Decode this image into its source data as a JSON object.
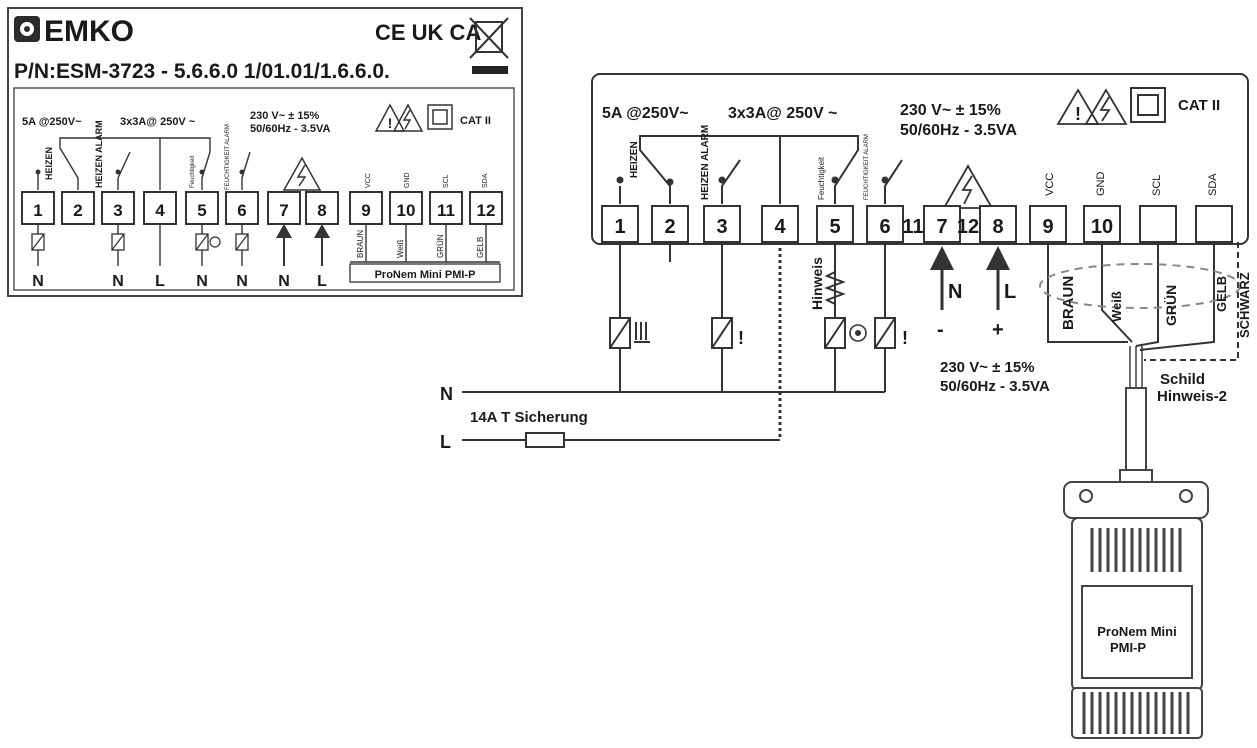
{
  "label": {
    "brand": "EMKO",
    "marks": "CE UK CA",
    "part_number": "P/N:ESM-3723 - 5.6.6.0 1/01.01/1.6.6.0.",
    "rating_relay": "5A @250V~",
    "rating_relay3": "3x3A@ 250V ~",
    "supply_1": "230 V~ ± 15%",
    "supply_2": "50/60Hz - 3.5VA",
    "category": "CAT II",
    "terminals": [
      "1",
      "2",
      "3",
      "4",
      "5",
      "6",
      "7",
      "8",
      "9",
      "10",
      "11",
      "12"
    ],
    "relay_labels": [
      "HEIZEN",
      "HEIZEN ALARM",
      "Feuchtigkeit",
      "FEUCHTIGKEIT ALARM"
    ],
    "sensor_labels": [
      "VCC",
      "GND",
      "SCL",
      "SDA"
    ],
    "wire_labels": [
      "BRAUN",
      "Weiß",
      "GRÜN",
      "GELB"
    ],
    "bottom_labels": [
      "N",
      "N",
      "L",
      "N",
      "N",
      "N",
      "L"
    ],
    "sensor_name": "ProNem Mini PMI-P"
  },
  "diagram": {
    "rating_relay": "5A @250V~",
    "rating_relay3": "3x3A@ 250V ~",
    "supply_1": "230 V~ ± 15%",
    "supply_2": "50/60Hz - 3.5VA",
    "category": "CAT II",
    "terminals": [
      "1",
      "2",
      "3",
      "4",
      "5",
      "6",
      "11",
      "7",
      "12",
      "8",
      "9",
      "10",
      "",
      ""
    ],
    "relay_labels": [
      "HEIZEN",
      "HEIZEN ALARM",
      "Feuchtigkeit",
      "FEUCHTIGKEIT ALARM"
    ],
    "sensor_labels": [
      "VCC",
      "GND",
      "SCL",
      "SDA"
    ],
    "note": "Hinweis",
    "supply_n": "N",
    "supply_l": "L",
    "minus": "-",
    "plus": "+",
    "bottom_supply_1": "230 V~ ± 15%",
    "bottom_supply_2": "50/60Hz - 3.5VA",
    "line_n": "N",
    "line_l": "L",
    "fuse": "14A T Sicherung",
    "wire_labels": [
      "BRAUN",
      "Weiß",
      "GRÜN",
      "GELB",
      "SCHWARZ"
    ],
    "shield": "Schild",
    "note2": "Hinweis-2",
    "sensor_name_1": "ProNem Mini",
    "sensor_name_2": "PMI-P"
  },
  "colors": {
    "line": "#333333",
    "background": "#ffffff"
  }
}
